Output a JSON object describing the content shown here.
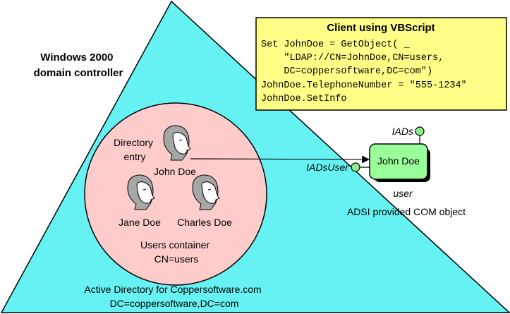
{
  "colors": {
    "triangle_fill": "#66f2f2",
    "circle_fill": "#ffcccc",
    "code_box_fill": "#ffff88",
    "com_object_fill": "#99ff99",
    "interface_dot": "#88ee88",
    "head_fill": "#a6a6a6",
    "line": "#000000"
  },
  "domain_controller": {
    "line1": "Windows 2000",
    "line2": "domain controller"
  },
  "active_directory": {
    "line1": "Active Directory for Coppersoftware.com",
    "line2": "DC=coppersoftware,DC=com"
  },
  "users_container": {
    "line1": "Users container",
    "line2": "CN=users",
    "directory_entry_line1": "Directory",
    "directory_entry_line2": "entry",
    "users": [
      {
        "name": "John Doe",
        "icon": "person-head-icon"
      },
      {
        "name": "Jane Doe",
        "icon": "person-head-icon"
      },
      {
        "name": "Charles Doe",
        "icon": "person-head-icon"
      }
    ]
  },
  "client_code": {
    "title": "Client using VBScript",
    "lines": [
      "Set JohnDoe = GetObject( _",
      "    \"LDAP://CN=JohnDoe,CN=users,",
      "    DC=coppersoftware,DC=com\")",
      "JohnDoe.TelephoneNumber = \"555-1234\"",
      "JohnDoe.SetInfo"
    ]
  },
  "com_object": {
    "label": "John Doe",
    "type_label": "user",
    "caption": "ADSI provided COM object",
    "interfaces": [
      "IADs",
      "IADsUser"
    ]
  }
}
